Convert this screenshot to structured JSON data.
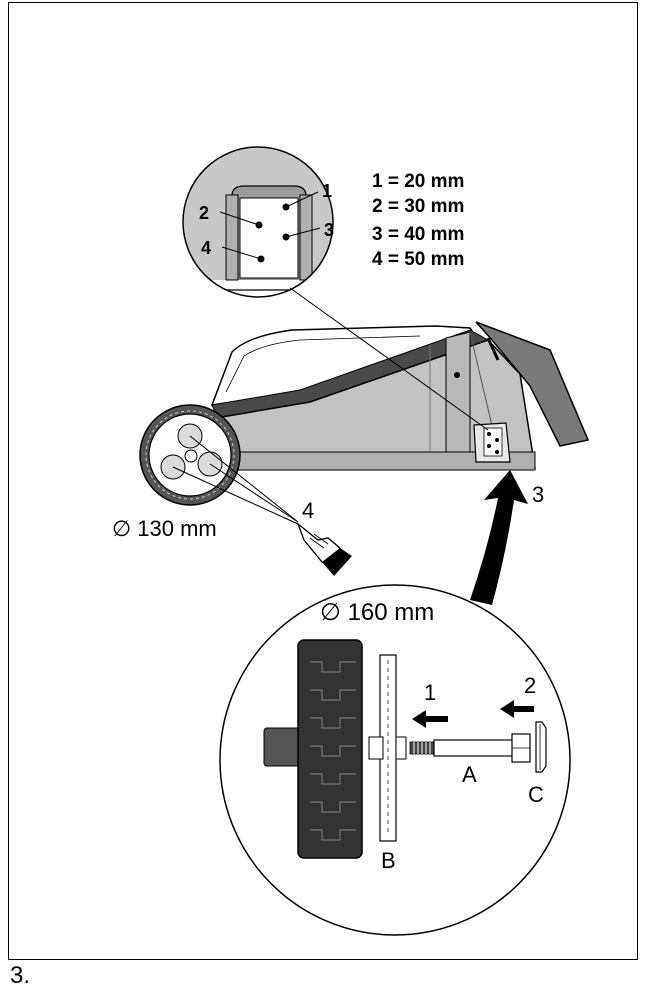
{
  "figure_number": "3.",
  "height_legend": [
    {
      "key": "1 = 20 mm"
    },
    {
      "key": "2 = 30 mm"
    },
    {
      "key": "3 = 40 mm"
    },
    {
      "key": "4 = 50 mm"
    }
  ],
  "detail_hole_labels": [
    "1",
    "2",
    "3",
    "4"
  ],
  "small_wheel": {
    "diameter": "∅ 130 mm",
    "step": "4"
  },
  "large_wheel": {
    "diameter": "∅ 160 mm"
  },
  "arrow_to_deck": {
    "step": "3"
  },
  "assembly": {
    "arrow_1": "1",
    "arrow_2": "2",
    "part_a": "A",
    "part_b": "B",
    "part_c": "C"
  }
}
